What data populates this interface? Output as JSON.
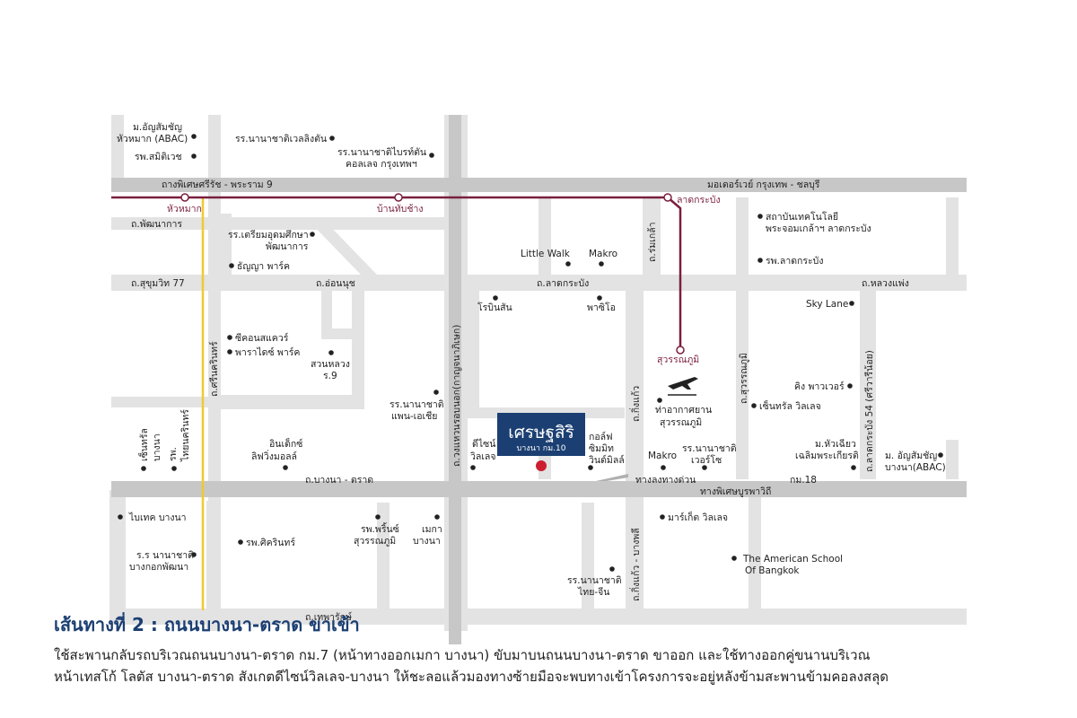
{
  "map": {
    "project": {
      "name": "เศรษฐสิริ",
      "sub": "บางนา กม.10"
    },
    "roads": {
      "h_top": {
        "left": "ถางพิเศษศรีรัช - พระราม 9",
        "right": "มอเตอร์เวย์ กรุงเทพ - ชลบุรี"
      },
      "phatthanakan": "ถ.พัฒนาการ",
      "sukhumvit77": "ถ.สุขุมวิท 77",
      "onnut": "ถ.อ่อนนุช",
      "latkrabang_rd": "ถ.ลาดกระบัง",
      "luangphaeng": "ถ.หลวงแพ่ง",
      "bangna_trad": "ถ.บางนา - ตราด",
      "km18": "กม.18",
      "burapha": "ทางพิเศษบูรพาวิถี",
      "thepharak": "ถ.เทพารักษ์",
      "srinakarin": "ถ.ศรีนครินทร์",
      "outer_ring": "ถ.วงแหวนรอบนอก(กาญจนาภิเษก)",
      "romklao": "ถ.ร่มเกล้า",
      "kingkaew": "ถ.กิ่งแก้ว",
      "kingkaew_bangphli": "ถ.กิ่งแก้ว - บางพลี",
      "suvarnabhumi_rd": "ถ.สุวรรณภูมิ",
      "latkrabang54": "ถ.ลาดกระบัง 54 (ศรีวารีน้อย)",
      "exit": "ทางลงทางด่วน"
    },
    "rail": {
      "huamak": "หัวหมาก",
      "banthapchang": "บ้านทับช้าง",
      "latkrabang": "ลาดกระบัง",
      "suvarnabhumi": "สุวรรณภูมิ"
    },
    "airport": [
      "ท่าอากาศยาน",
      "สุวรรณภูมิ"
    ],
    "places": {
      "abac_huamak": [
        "ม.อัญสัมชัญ",
        "หัวหมาก (ABAC)"
      ],
      "samitivej": "รพ.สมิติเวช",
      "wells": "รร.นานาชาติเวลลิงตัน",
      "brighton": [
        "รร.นานาชาติไบรท์ตัน",
        "คอลเลจ กรุงเทพฯ"
      ],
      "triam": [
        "รร.เตรียมอุดมศึกษา",
        "พัฒนาการ"
      ],
      "thanya": "ธัญญา พาร์ค",
      "littlewalk": "Little Walk",
      "makro_top": "Makro",
      "kmitl": [
        "สถาบันเทคโนโลยี",
        "พระจอมเกล้าฯ ลาดกระบัง"
      ],
      "lkb_hosp": "รพ.ลาดกระบัง",
      "robinson": "โรบินสัน",
      "paseo": "พาซิโอ",
      "skylane": "Sky Lane",
      "seacon": "ซีคอนสแควร์",
      "paradise": "พาราไดซ์ พาร์ค",
      "suanluang": [
        "สวนหลวง",
        "ร.9"
      ],
      "kingpower": "คิง พาวเวอร์",
      "central_village": "เซ็นทรัล วิลเลจ",
      "panasia": [
        "รร.นานาชาติ",
        "แพน-เอเชีย"
      ],
      "index": [
        "อินเด็กซ์",
        "ลิฟวิ่งมอลล์"
      ],
      "central_bangna": [
        "เซ็นทรัล",
        "บางนา"
      ],
      "thainakarin": [
        "รพ.",
        "ไทยนครินทร์"
      ],
      "dcv": [
        "ดีไซน์",
        "วิลเลจ"
      ],
      "golf": [
        "กอล์ฟ",
        "ซิมมิท",
        "วินด์มิลล์"
      ],
      "makro_mid": "Makro",
      "verso": [
        "รร.นานาชาติ",
        "เวอร์โซ"
      ],
      "huachiew": [
        "ม.หัวเฉียว",
        "เฉลิมพระเกียรติ"
      ],
      "abac_bangna": [
        "ม. อัญสัมชัญ",
        "บางนา(ABAC)"
      ],
      "biotec": "ไบเทค บางนา",
      "bangkok_patana": [
        "ร.ร นานาชาติ",
        "บางกอกพัฒนา"
      ],
      "sikarin": "รพ.ศิครินทร์",
      "prince": [
        "รพ.พริ้นซ์",
        "สุวรรณภูมิ"
      ],
      "mega": [
        "เมกา",
        "บางนา"
      ],
      "market": "มาร์เก็ต วิลเลจ",
      "american": [
        "The American School",
        "Of Bangkok"
      ],
      "thaichinese": [
        "รร.นานาชาติ",
        "ไทย-จีน"
      ]
    }
  },
  "caption": {
    "title": "เส้นทางที่ 2 : ถนนบางนา-ตราด ขาเข้า",
    "line1": "ใช้สะพานกลับรถบริเวณถนนบางนา-ตราด กม.7 (หน้าทางออกเมกา บางนา) ขับมาบนถนนบางนา-ตราด ขาออก และใช้ทางออกคู่ขนานบริเวณ",
    "line2": "หน้าเทสโก้ โลตัส บางนา-ตราด สังเกตดีไซน์วิลเลจ-บางนา ให้ชะลอแล้วมองทางซ้ายมือจะพบทางเข้าโครงการจะอยู่หลังข้ามสะพานข้ามคอลงสลุด"
  },
  "colors": {
    "road": "#e3e3e4",
    "highway": "#c7c7c8",
    "rail": "#7a1f3d",
    "yellow": "#f1c92f",
    "project": "#1b3f72",
    "dot": "#cc1f2e",
    "title": "#1b3f72"
  }
}
